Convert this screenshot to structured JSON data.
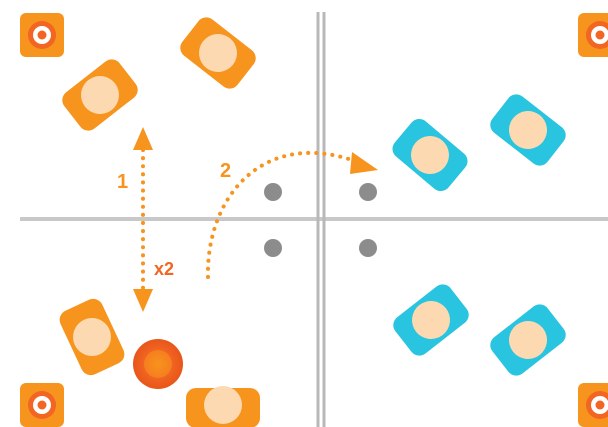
{
  "labels": {
    "step_1": "1",
    "step_2": "2",
    "multiplier": "x2"
  },
  "colors": {
    "team_a": "#f7941d",
    "team_b": "#29c4e0",
    "skin": "#fcd9b1",
    "ball": "#f26522",
    "arrow": "#f7941d",
    "line": "#c8c8c8",
    "marker": "#8c8c8c",
    "corner_pad": "#f7941d",
    "corner_ring": "#f26522",
    "text_accent": "#f26522"
  },
  "icons": {
    "player": "player-topdown-icon",
    "ball": "ball-icon",
    "cone": "cone-marker-icon",
    "corner": "corner-target-icon"
  }
}
